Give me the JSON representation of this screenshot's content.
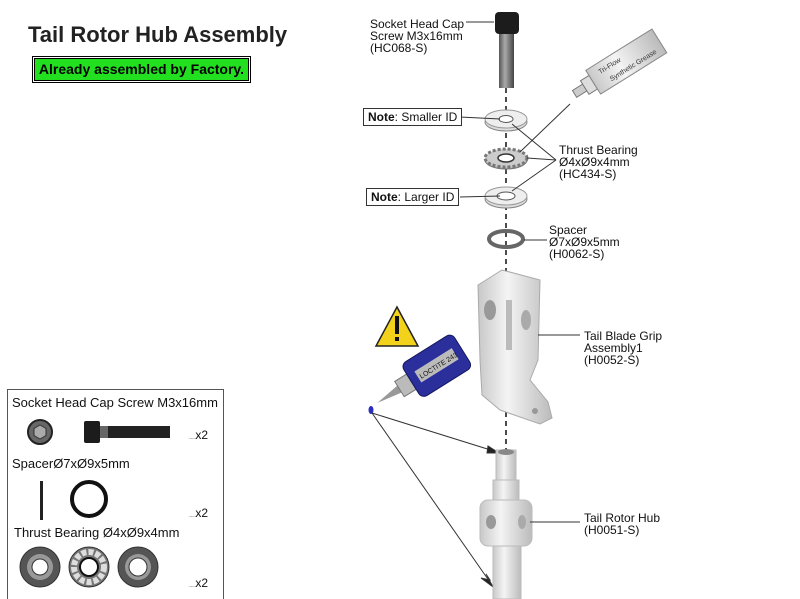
{
  "title": "Tail Rotor Hub Assembly",
  "factory_badge": "Already assembled by Factory.",
  "colors": {
    "badge_green": "#22e020",
    "loctite_blue": "#2a2f9c",
    "warning_yellow": "#f2d21a"
  },
  "callouts": {
    "screw": {
      "line1": "Socket Head Cap",
      "line2": "Screw M3x16mm",
      "line3": "(HC068-S)"
    },
    "note_smaller": {
      "bold": "Note",
      "text": ": Smaller ID"
    },
    "note_larger": {
      "bold": "Note",
      "text": ": Larger ID"
    },
    "bearing": {
      "line1": "Thrust Bearing",
      "line2": "Ø4xØ9x4mm",
      "line3": "(HC434-S)"
    },
    "spacer": {
      "line1": "Spacer",
      "line2": "Ø7xØ9x5mm",
      "line3": "(H0062-S)"
    },
    "grip": {
      "line1": "Tail Blade Grip",
      "line2": "Assembly1",
      "line3": "(H0052-S)"
    },
    "hub": {
      "line1": "Tail Rotor Hub",
      "line2": "(H0051-S)"
    }
  },
  "grease": {
    "line1": "Tri-Flow",
    "line2": "Synthetic Grease"
  },
  "loctite": {
    "label": "LOCTITE 243"
  },
  "parts_list": [
    {
      "name": "Socket Head Cap Screw M3x16mm",
      "qty": "x2"
    },
    {
      "name": "SpacerØ7xØ9x5mm",
      "qty": "x2"
    },
    {
      "name": "Thrust Bearing  Ø4xØ9x4mm",
      "qty": "x2"
    }
  ]
}
